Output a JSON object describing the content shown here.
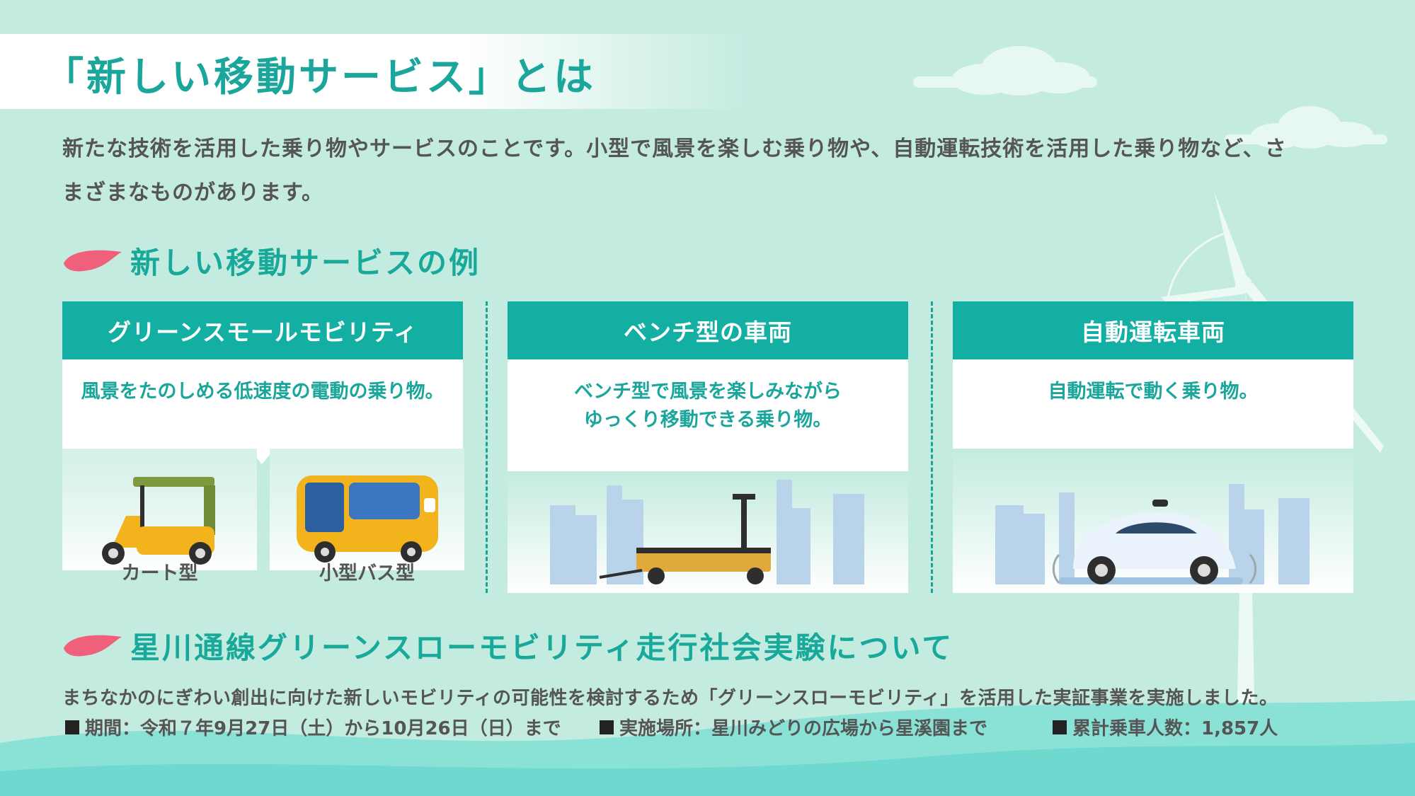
{
  "page": {
    "title": "「新しい移動サービス」とは",
    "intro": "新たな技術を活用した乗り物やサービスのことです。小型で風景を楽しむ乗り物や、自動運転技術を活用した乗り物など、さまざまなものがあります。"
  },
  "section_examples": {
    "heading": "新しい移動サービスの例",
    "cards": [
      {
        "title": "グリーンスモールモビリティ",
        "desc": [
          "風景をたのしめる低速度の電動の乗り物。"
        ],
        "sub_items": [
          "カート型",
          "小型バス型"
        ],
        "icons": [
          "tuk-tuk-cart-icon",
          "mini-bus-icon"
        ]
      },
      {
        "title": "ベンチ型の車両",
        "desc": [
          "ベンチ型で風景を楽しみながら",
          "ゆっくり移動できる乗り物。"
        ],
        "icons": [
          "bench-vehicle-icon",
          "city-skyline-icon"
        ]
      },
      {
        "title": "自動運転車両",
        "desc": [
          "自動運転で動く乗り物。"
        ],
        "icons": [
          "self-driving-car-icon",
          "city-skyline-icon"
        ]
      }
    ]
  },
  "section_experiment": {
    "heading": "星川通線グリーンスローモビリティ走行社会実験について",
    "desc": "まちなかのにぎわい創出に向けた新しいモビリティの可能性を検討するため「グリーンスローモビリティ」を活用した実証事業を実施しました。",
    "facts": [
      "期間：令和７年9月27日（土）から10月26日（日）まで",
      "実施場所：星川みどりの広場から星溪園まで",
      "累計乗車人数：1,857人"
    ]
  },
  "colors": {
    "background": "#c3ebe0",
    "accent_teal": "#13afa2",
    "heading_teal": "#18a99a",
    "brush_pink": "#f0607a",
    "wave": "#6fd9cf"
  }
}
